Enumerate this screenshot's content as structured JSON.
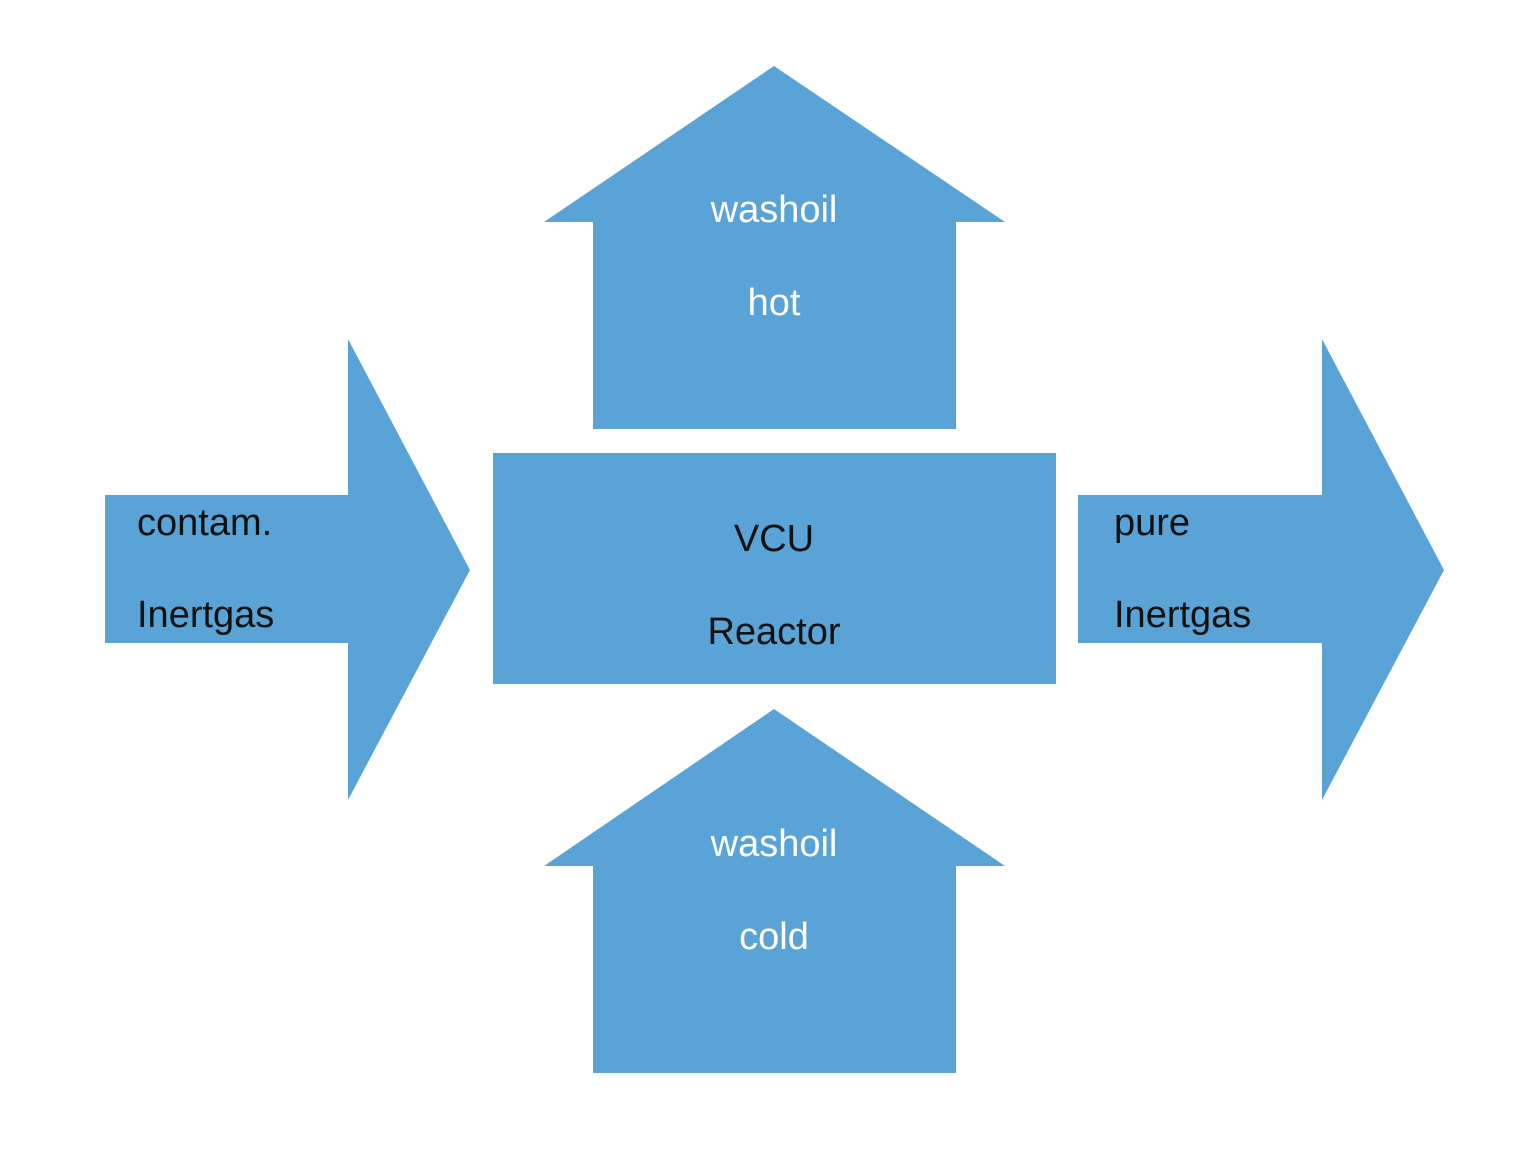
{
  "diagram": {
    "shape_color": "#5aa3d6",
    "input_arrow": {
      "line1": "contam.",
      "line2": "Inertgas",
      "text_color": "#111111"
    },
    "reactor": {
      "line1": "VCU",
      "line2": "Reactor",
      "text_color": "#111111"
    },
    "output_arrow": {
      "line1": "pure",
      "line2": "Inertgas",
      "text_color": "#111111"
    },
    "hot_arrow": {
      "line1": "washoil",
      "line2": "hot",
      "text_color": "#ffffff"
    },
    "cold_arrow": {
      "line1": "washoil",
      "line2": "cold",
      "text_color": "#ffffff"
    }
  }
}
